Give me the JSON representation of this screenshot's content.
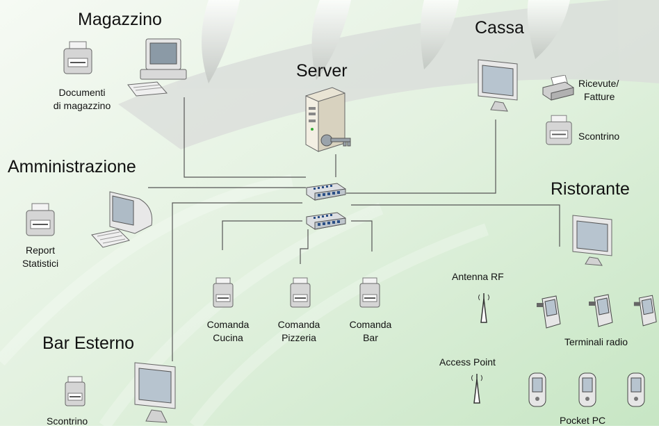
{
  "sections": {
    "magazzino": "Magazzino",
    "server": "Server",
    "cassa": "Cassa",
    "amministrazione": "Amministrazione",
    "ristorante": "Ristorante",
    "bar_esterno": "Bar Esterno"
  },
  "labels": {
    "documenti_1": "Documenti",
    "documenti_2": "di magazzino",
    "ricevute_1": "Ricevute/",
    "ricevute_2": "Fatture",
    "scontrino_cassa": "Scontrino",
    "report_1": "Report",
    "report_2": "Statistici",
    "comanda_cucina_1": "Comanda",
    "comanda_cucina_2": "Cucina",
    "comanda_pizzeria_1": "Comanda",
    "comanda_pizzeria_2": "Pizzeria",
    "comanda_bar_1": "Comanda",
    "comanda_bar_2": "Bar",
    "antenna_rf": "Antenna RF",
    "access_point": "Access Point",
    "terminali_radio": "Terminali radio",
    "pocket_pc": "Pocket PC",
    "scontrino_bar": "Scontrino"
  },
  "colors": {
    "background_light": "#f4f9f2",
    "background_green": "#c9e6c6",
    "line": "#555555"
  }
}
